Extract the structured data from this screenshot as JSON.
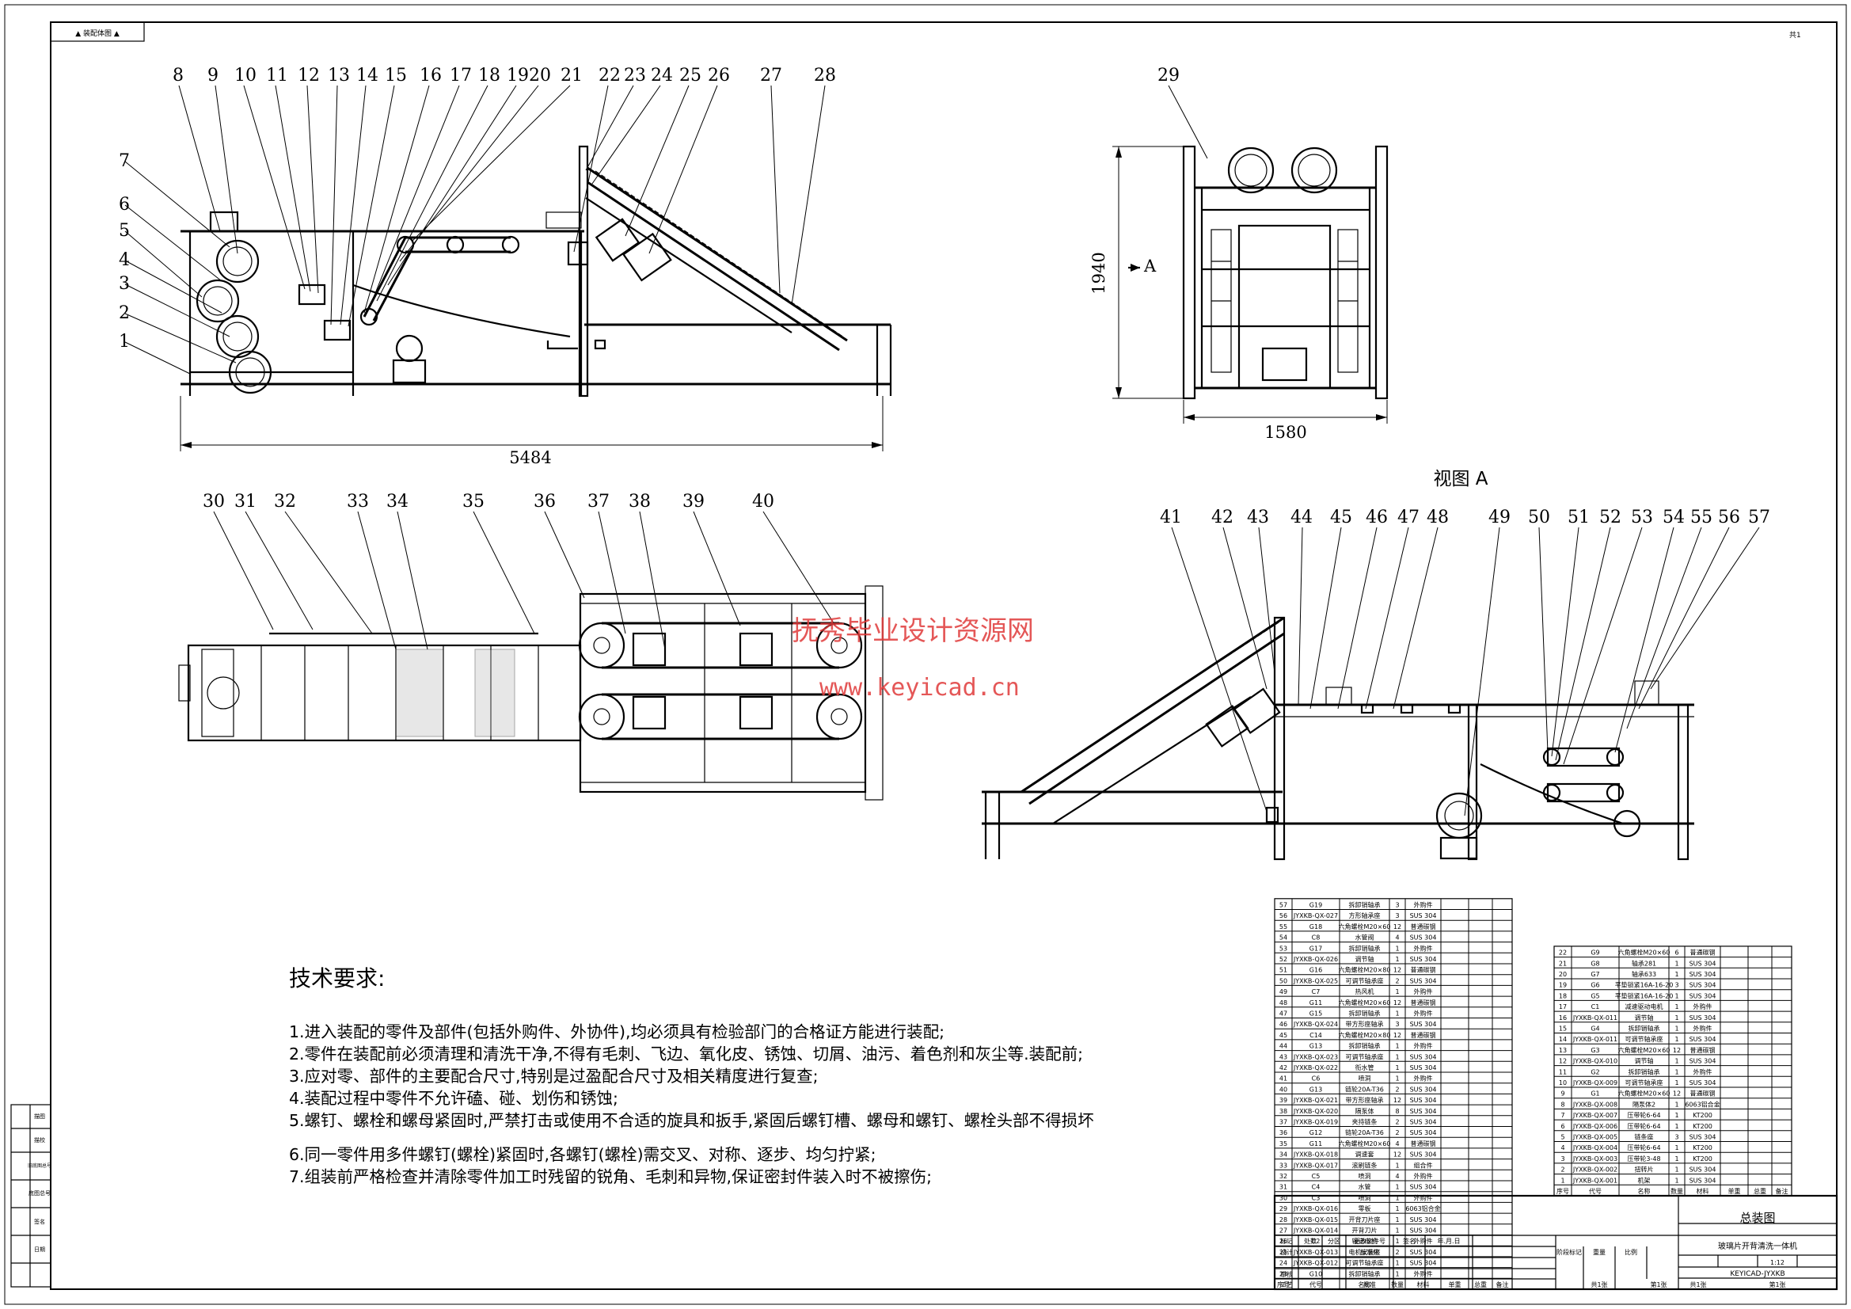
{
  "drawing": {
    "top_left_box": "▲ 装配体图 ▲",
    "top_right_mark": "共1",
    "title": "总装图",
    "machine_name": "玻璃片开背清洗一体机",
    "drawing_code": "KEYICAD-JYXKB",
    "scale": "1:12",
    "sheet": "共1张",
    "sheet_no": "第1张"
  },
  "dimensions": {
    "length": "5484",
    "width": "1580",
    "height": "1940",
    "view_a_arrow": "A",
    "view_a_label": "视图 A"
  },
  "balloons_front": [
    "1",
    "2",
    "3",
    "4",
    "5",
    "6",
    "7",
    "8",
    "9",
    "10",
    "11",
    "12",
    "13",
    "14",
    "15",
    "16",
    "17",
    "18",
    "19",
    "20",
    "21",
    "22",
    "23",
    "24",
    "25",
    "26",
    "27",
    "28"
  ],
  "balloon_side": "29",
  "balloons_top": [
    "30",
    "31",
    "32",
    "33",
    "34",
    "35",
    "36",
    "37",
    "38",
    "39",
    "40"
  ],
  "balloons_rear": [
    "41",
    "42",
    "43",
    "44",
    "45",
    "46",
    "47",
    "48",
    "49",
    "50",
    "51",
    "52",
    "53",
    "54",
    "55",
    "56",
    "57"
  ],
  "watermark": {
    "cn": "抚秀毕业设计资源网",
    "url": "www.keyicad.cn"
  },
  "tech": {
    "heading": "技术要求:",
    "items": [
      "1.进入装配的零件及部件(包括外购件、外协件),均必须具有检验部门的合格证方能进行装配;",
      "2.零件在装配前必须清理和清洗干净,不得有毛刺、飞边、氧化皮、锈蚀、切屑、油污、着色剂和灰尘等.装配前;",
      "3.应对零、部件的主要配合尺寸,特别是过盈配合尺寸及相关精度进行复查;",
      "4.装配过程中零件不允许磕、碰、划伤和锈蚀;",
      "5.螺钉、螺栓和螺母紧固时,严禁打击或使用不合适的旋具和扳手,紧固后螺钉槽、螺母和螺钉、螺栓头部不得损坏",
      "6.同一零件用多件螺钉(螺栓)紧固时,各螺钉(螺栓)需交叉、对称、逐步、均匀拧紧;",
      "7.组装前严格检查并清除零件加工时残留的锐角、毛刺和异物,保证密封件装入时不被擦伤;"
    ]
  },
  "bom_header": [
    "序号",
    "代号",
    "名称",
    "数量",
    "材料",
    "单重",
    "总重",
    "备注"
  ],
  "bom_left": [
    [
      "57",
      "G19",
      "拆卸销轴承",
      "3",
      "外购件"
    ],
    [
      "56",
      "JYXKB-QX-027",
      "方形轴承座",
      "3",
      "SUS 304"
    ],
    [
      "55",
      "G18",
      "六角螺栓M20×60",
      "12",
      "普通碳钢"
    ],
    [
      "54",
      "C8",
      "水管阀",
      "4",
      "SUS 304"
    ],
    [
      "53",
      "G17",
      "拆卸销轴承",
      "1",
      "外购件"
    ],
    [
      "52",
      "JYXKB-QX-026",
      "调节轴",
      "1",
      "SUS 304"
    ],
    [
      "51",
      "G16",
      "六角螺栓M20×80",
      "12",
      "普通碳钢"
    ],
    [
      "50",
      "JYXKB-QX-025",
      "可调节轴承座",
      "2",
      "SUS 304"
    ],
    [
      "49",
      "C7",
      "热风机",
      "1",
      "外购件"
    ],
    [
      "48",
      "G11",
      "六角螺栓M20×60",
      "12",
      "普通碳钢"
    ],
    [
      "47",
      "G15",
      "拆卸销轴承",
      "1",
      "外购件"
    ],
    [
      "46",
      "JYXKB-QX-024",
      "带方形座轴承",
      "3",
      "SUS 304"
    ],
    [
      "45",
      "C14",
      "六角螺栓M20×80",
      "12",
      "普通碳钢"
    ],
    [
      "44",
      "G13",
      "拆卸销轴承",
      "1",
      "外购件"
    ],
    [
      "43",
      "JYXKB-QX-023",
      "可调节轴承座",
      "1",
      "SUS 304"
    ],
    [
      "42",
      "JYXKB-QX-022",
      "衔水管",
      "1",
      "SUS 304"
    ],
    [
      "41",
      "C6",
      "喷洞",
      "1",
      "外购件"
    ],
    [
      "40",
      "G13",
      "链轮20A-T36",
      "2",
      "SUS 304"
    ],
    [
      "39",
      "JYXKB-QX-021",
      "带方形座轴承",
      "12",
      "SUS 304"
    ],
    [
      "38",
      "JYXKB-QX-020",
      "隔泵体",
      "8",
      "SUS 304"
    ],
    [
      "37",
      "JYXKB-QX-019",
      "夹持链条",
      "2",
      "SUS 304"
    ],
    [
      "36",
      "G12",
      "链轮20A-T36",
      "2",
      "SUS 304"
    ],
    [
      "35",
      "G11",
      "六角螺栓M20×60",
      "4",
      "普通碳钢"
    ],
    [
      "34",
      "JYXKB-QX-018",
      "调速套",
      "12",
      "SUS 304"
    ],
    [
      "33",
      "JYXKB-QX-017",
      "滚刷链条",
      "1",
      "组合件"
    ],
    [
      "32",
      "C5",
      "喷洞",
      "4",
      "外购件"
    ],
    [
      "31",
      "C4",
      "水管",
      "1",
      "SUS 304"
    ],
    [
      "30",
      "C3",
      "喷洞",
      "1",
      "外购件"
    ],
    [
      "29",
      "JYXKB-QX-016",
      "零板",
      "1",
      "6063铝合金"
    ],
    [
      "28",
      "JYXKB-QX-015",
      "开背刀片座",
      "1",
      "SUS 304"
    ],
    [
      "27",
      "JYXKB-QX-014",
      "开背刀片",
      "1",
      "SUS 304"
    ],
    [
      "26",
      "C2",
      "输送电机",
      "1",
      "外购件"
    ],
    [
      "25",
      "JYXKB-QX-013",
      "电机安装座",
      "2",
      "SUS 304"
    ],
    [
      "24",
      "JYXKB-QX-012",
      "可调节轴承座",
      "1",
      "SUS 304"
    ],
    [
      "23",
      "G10",
      "拆卸销轴承",
      "1",
      "外购件"
    ]
  ],
  "bom_right": [
    [
      "22",
      "G9",
      "六角螺栓M20×60",
      "6",
      "普通碳钢"
    ],
    [
      "21",
      "G8",
      "轴承281",
      "1",
      "SUS 304"
    ],
    [
      "20",
      "G7",
      "轴承633",
      "1",
      "SUS 304"
    ],
    [
      "19",
      "G6",
      "平垫锁紧16A-16-20",
      "3",
      "SUS 304"
    ],
    [
      "18",
      "G5",
      "平垫锁紧16A-16-20",
      "1",
      "SUS 304"
    ],
    [
      "17",
      "C1",
      "减速驱动电机",
      "1",
      "外购件"
    ],
    [
      "16",
      "JYXKB-QX-011",
      "调节轴",
      "1",
      "SUS 304"
    ],
    [
      "15",
      "G4",
      "拆卸销轴承",
      "1",
      "外购件"
    ],
    [
      "14",
      "JYXKB-QX-011",
      "可调节轴承座",
      "1",
      "SUS 304"
    ],
    [
      "13",
      "G3",
      "六角螺栓M20×60",
      "12",
      "普通碳钢"
    ],
    [
      "12",
      "JYXKB-QX-010",
      "调节轴",
      "1",
      "SUS 304"
    ],
    [
      "11",
      "G2",
      "拆卸销轴承",
      "1",
      "外购件"
    ],
    [
      "10",
      "JYXKB-QX-009",
      "可调节轴承座",
      "1",
      "SUS 304"
    ],
    [
      "9",
      "G1",
      "六角螺栓M20×60",
      "12",
      "普通碳钢"
    ],
    [
      "8",
      "JYXKB-QX-008",
      "隔泵体2",
      "1",
      "6063铝合金"
    ],
    [
      "7",
      "JYXKB-QX-007",
      "压带轮6-64",
      "1",
      "KT200"
    ],
    [
      "6",
      "JYXKB-QX-006",
      "压带轮6-64",
      "1",
      "KT200"
    ],
    [
      "5",
      "JYXKB-QX-005",
      "链条座",
      "3",
      "SUS 304"
    ],
    [
      "4",
      "JYXKB-QX-004",
      "压带轮6-64",
      "1",
      "KT200"
    ],
    [
      "3",
      "JYXKB-QX-003",
      "压带轮3-48",
      "1",
      "KT200"
    ],
    [
      "2",
      "JYXKB-QX-002",
      "扭转片",
      "1",
      "SUS 304"
    ],
    [
      "1",
      "JYXKB-QX-001",
      "机架",
      "1",
      "SUS 304"
    ]
  ],
  "title_block": {
    "r1": [
      "标记",
      "处数",
      "分区",
      "更改文件号",
      "签名",
      "年.月.日"
    ],
    "r2": [
      "设计",
      "",
      "标准化",
      ""
    ],
    "r3": [
      "审核",
      "",
      "",
      "阶段标记",
      "重量",
      "比例"
    ],
    "r4": [
      "工艺",
      "",
      "批准",
      "共1张",
      "第1张"
    ]
  },
  "side_strip": [
    "描图",
    "描校",
    "旧底图总号",
    "底图总号",
    "签名",
    "日期"
  ]
}
